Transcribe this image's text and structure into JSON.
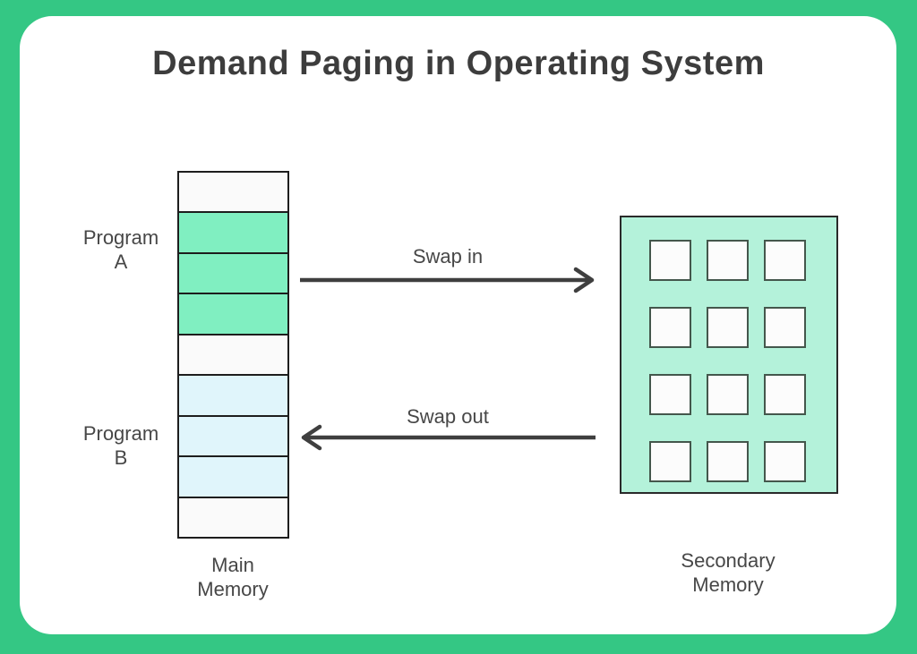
{
  "title": "Demand Paging in Operating System",
  "colors": {
    "frame_green": "#34c784",
    "canvas_white": "#ffffff",
    "title_text": "#3d3d3d",
    "label_text": "#474747",
    "arrow": "#3f3f3f",
    "cell_border": "#1d1d1d",
    "cell_free": "#fafafa",
    "cell_program_a": "#80efc1",
    "cell_program_b": "#e0f5fb",
    "secondary_fill": "#b4f2da",
    "secondary_border": "#2a2a2a",
    "page_square_fill": "#fcfcfc",
    "page_square_border": "#44574c"
  },
  "program_a": {
    "label_line1": "Program",
    "label_line2": "A"
  },
  "program_b": {
    "label_line1": "Program",
    "label_line2": "B"
  },
  "main_memory": {
    "label_line1": "Main",
    "label_line2": "Memory",
    "cells": [
      "free",
      "program-a",
      "program-a",
      "program-a",
      "free",
      "program-b",
      "program-b",
      "program-b",
      "free"
    ]
  },
  "swap_in": {
    "label": "Swap in",
    "direction": "right"
  },
  "swap_out": {
    "label": "Swap out",
    "direction": "left"
  },
  "secondary_memory": {
    "label_line1": "Secondary",
    "label_line2": "Memory",
    "page_count": 12,
    "grid_columns": 3,
    "grid_rows": 4
  }
}
